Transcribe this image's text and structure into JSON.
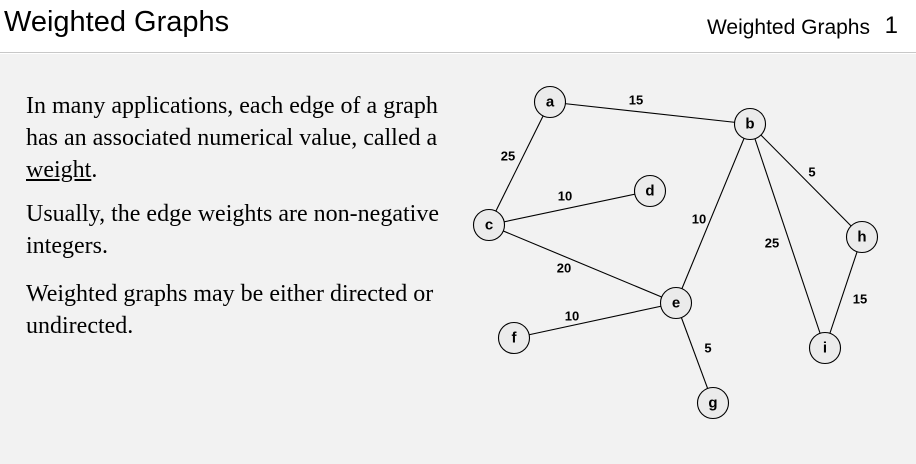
{
  "header": {
    "title": "Weighted Graphs",
    "running_head": "Weighted Graphs",
    "page_number": "1"
  },
  "body": {
    "p1_before": "In many applications, each edge of a graph has an associated numerical value, called a ",
    "p1_link": "weight",
    "p1_after": ".",
    "p2": "Usually, the edge weights are non-negative integers.",
    "p3": "Weighted graphs may be either directed or undirected."
  },
  "graph": {
    "nodes": [
      "a",
      "b",
      "c",
      "d",
      "e",
      "f",
      "g",
      "h",
      "i"
    ],
    "edges": [
      {
        "from": "a",
        "to": "b",
        "weight": "15"
      },
      {
        "from": "a",
        "to": "c",
        "weight": "25"
      },
      {
        "from": "c",
        "to": "d",
        "weight": "10"
      },
      {
        "from": "c",
        "to": "e",
        "weight": "20"
      },
      {
        "from": "e",
        "to": "b",
        "weight": "10"
      },
      {
        "from": "b",
        "to": "h",
        "weight": "5"
      },
      {
        "from": "b",
        "to": "i",
        "weight": "25"
      },
      {
        "from": "h",
        "to": "i",
        "weight": "15"
      },
      {
        "from": "f",
        "to": "e",
        "weight": "10"
      },
      {
        "from": "e",
        "to": "g",
        "weight": "5"
      }
    ]
  }
}
